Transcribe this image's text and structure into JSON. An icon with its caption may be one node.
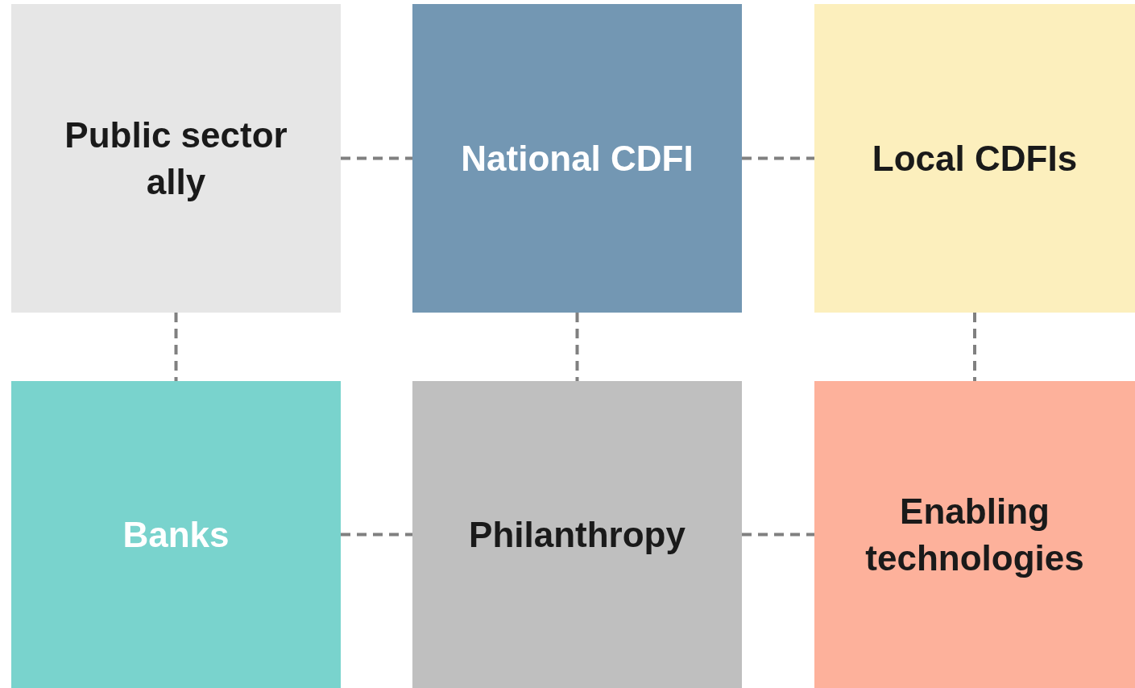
{
  "diagram": {
    "nodes": [
      {
        "text": [
          "Public sector ally"
        ]
      },
      {
        "text": [
          "National CDFI"
        ]
      },
      {
        "text": [
          "Local CDFIs"
        ]
      },
      {
        "text": [
          "Banks"
        ]
      },
      {
        "text": [
          "Philanthropy"
        ]
      },
      {
        "text": [
          "Enabling technologies"
        ]
      }
    ],
    "edges": [
      {
        "from": 0,
        "to": 1,
        "arrow": "none",
        "style": "dashed"
      },
      {
        "from": 1,
        "to": 2,
        "arrow": "none",
        "style": "dashed"
      },
      {
        "from": 0,
        "to": 3,
        "arrow": "none",
        "style": "dashed"
      },
      {
        "from": 1,
        "to": 4,
        "arrow": "none",
        "style": "dashed"
      },
      {
        "from": 2,
        "to": 5,
        "arrow": "none",
        "style": "dashed"
      },
      {
        "from": 3,
        "to": 4,
        "arrow": "none",
        "style": "dashed"
      },
      {
        "from": 4,
        "to": 5,
        "arrow": "none",
        "style": "dashed"
      }
    ]
  }
}
